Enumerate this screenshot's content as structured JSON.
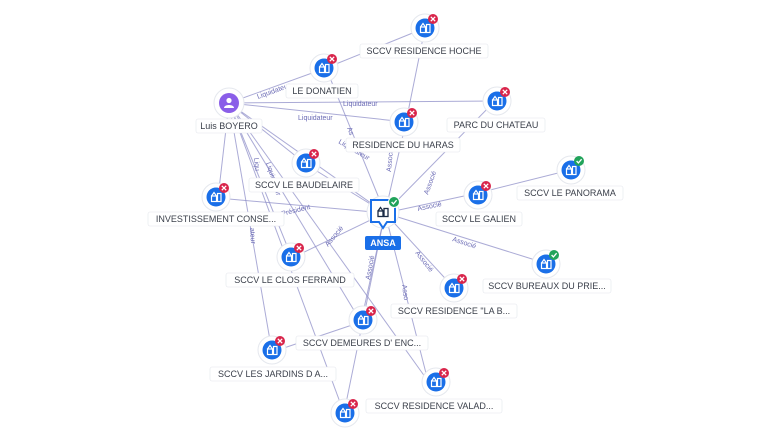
{
  "colors": {
    "company": "#1a6fe8",
    "person": "#8a5ee8",
    "closed": "#d9254b",
    "active": "#21a35a",
    "edge": "#8f8fc8"
  },
  "center": {
    "label": "ANSA",
    "status": "active",
    "icon": "company-icon"
  },
  "persons": [
    {
      "label": "Luis BOYERO",
      "icon": "person-icon"
    }
  ],
  "companies": [
    {
      "label": "SCCV RESIDENCE HOCHE",
      "status": "closed"
    },
    {
      "label": "LE DONATIEN",
      "status": "closed"
    },
    {
      "label": "PARC DU CHATEAU",
      "status": "closed"
    },
    {
      "label": "RESIDENCE DU HARAS",
      "status": "closed"
    },
    {
      "label": "SCCV LE BAUDELAIRE",
      "status": "closed"
    },
    {
      "label": "INVESTISSEMENT CONSE...",
      "status": "closed"
    },
    {
      "label": "SCCV LE PANORAMA",
      "status": "active"
    },
    {
      "label": "SCCV LE GALIEN",
      "status": "closed"
    },
    {
      "label": "SCCV LE CLOS FERRAND",
      "status": "closed"
    },
    {
      "label": "SCCV BUREAUX DU PRIE...",
      "status": "active"
    },
    {
      "label": "SCCV RESIDENCE \"LA B...",
      "status": "closed"
    },
    {
      "label": "SCCV DEMEURES D' ENC...",
      "status": "closed"
    },
    {
      "label": "SCCV LES JARDINS D A...",
      "status": "closed"
    },
    {
      "label": "SCCV RESIDENCE VALAD...",
      "status": "closed"
    },
    {
      "label": "",
      "status": "closed"
    }
  ],
  "edge_labels": {
    "liquidateur": "Liquidateur",
    "president": "Président",
    "associe": "Associé",
    "liq_short": "Liqu",
    "ateur": "ateur",
    "as": "As",
    "asso": "Asso"
  }
}
